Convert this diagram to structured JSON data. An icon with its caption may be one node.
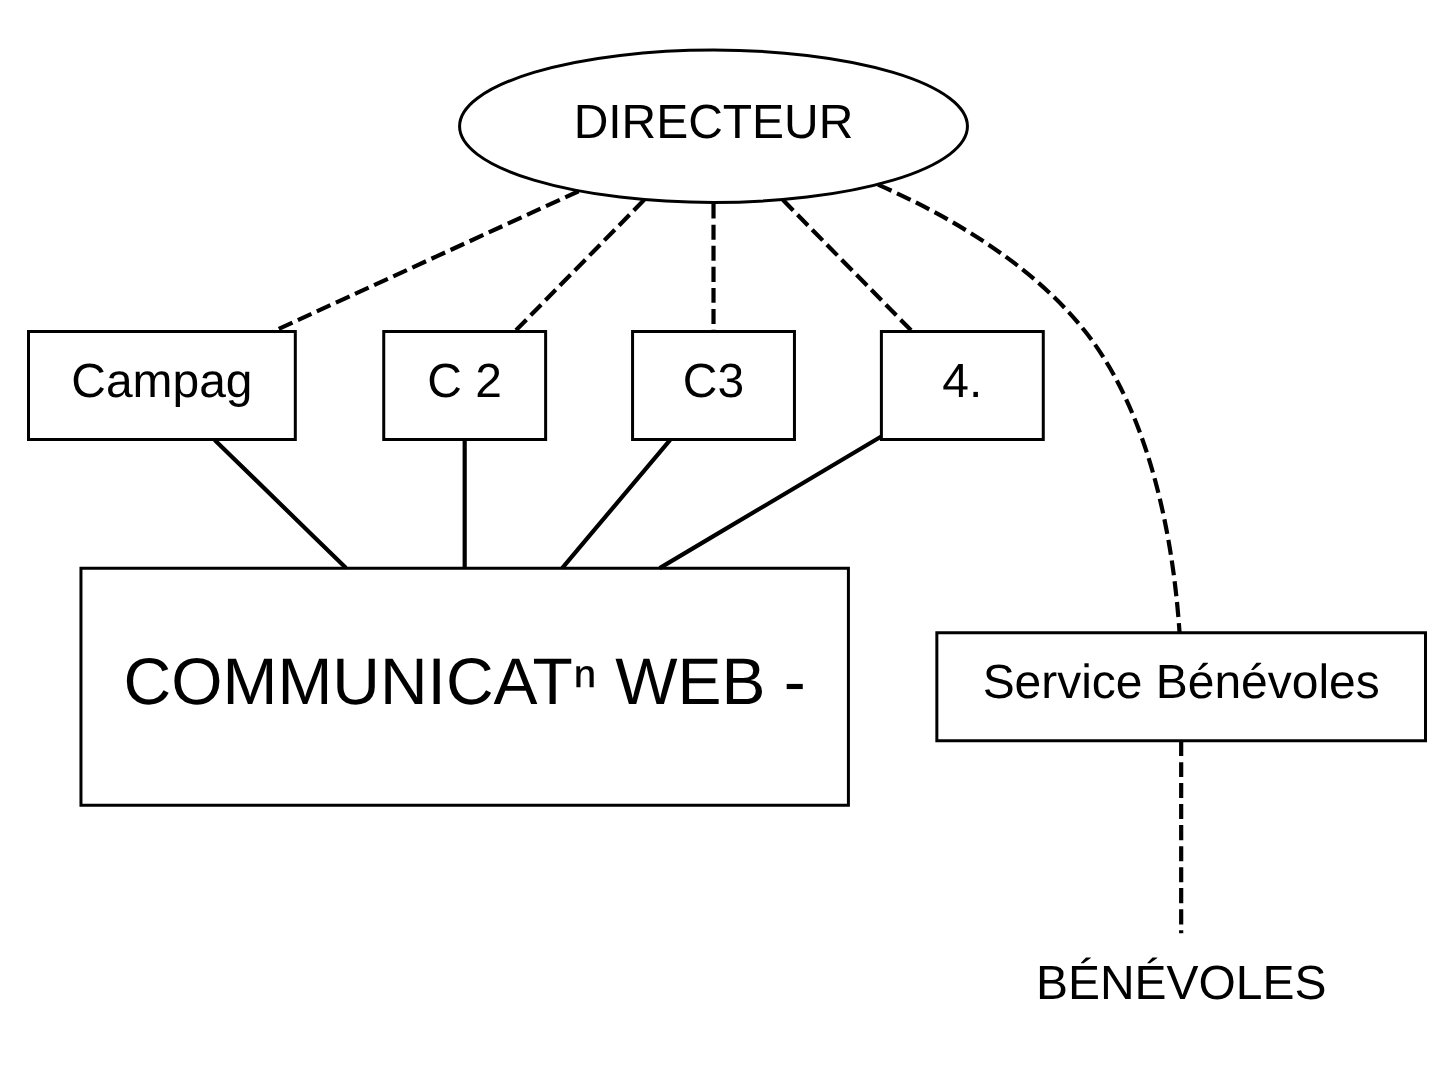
{
  "diagram": {
    "nodes": [
      {
        "text": [
          "DIRECTEUR"
        ]
      },
      {
        "text": [
          "Campag"
        ]
      },
      {
        "text": [
          "C 2"
        ]
      },
      {
        "text": [
          "C3"
        ]
      },
      {
        "text": [
          "4."
        ]
      },
      {
        "text": [
          "Service Bénévoles"
        ]
      },
      {
        "text": [
          "COMMUNICATⁿ WEB -"
        ]
      },
      {
        "text": [
          "BÉNÉVOLES"
        ]
      }
    ],
    "edges": [
      {
        "from": 0,
        "to": 1,
        "arrow": "none",
        "style": "dashed"
      },
      {
        "from": 0,
        "to": 5,
        "arrow": "none",
        "style": "dashed"
      },
      {
        "from": 0,
        "to": 2,
        "arrow": "none",
        "style": "dashed"
      },
      {
        "from": 0,
        "to": 3,
        "arrow": "none",
        "style": "dashed"
      },
      {
        "from": 0,
        "to": 4,
        "arrow": "none",
        "style": "dashed"
      },
      {
        "from": 1,
        "to": 6,
        "arrow": "none"
      },
      {
        "from": 2,
        "to": 6,
        "arrow": "none"
      },
      {
        "from": 3,
        "to": 6,
        "arrow": "none"
      },
      {
        "from": 4,
        "to": 6,
        "arrow": "none"
      },
      {
        "from": 5,
        "to": 7,
        "arrow": "none",
        "style": "dashed"
      }
    ]
  }
}
